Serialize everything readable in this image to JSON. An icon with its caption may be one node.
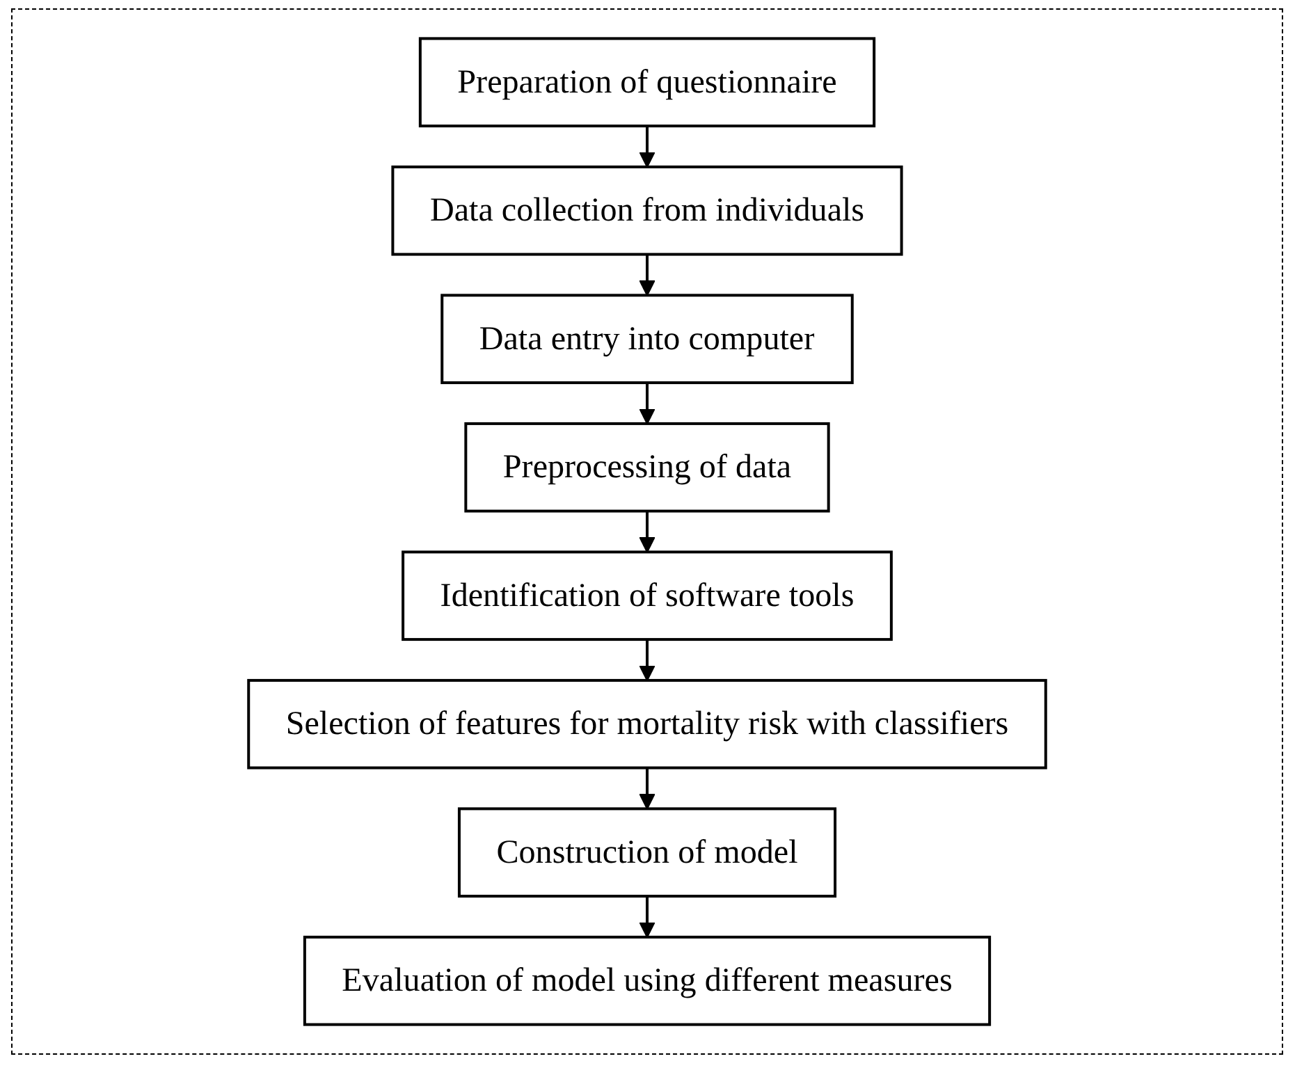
{
  "diagram": {
    "nodes": [
      {
        "text": [
          "Preparation of questionnaire"
        ]
      },
      {
        "text": [
          "Data collection from individuals"
        ]
      },
      {
        "text": [
          "Data entry into computer"
        ]
      },
      {
        "text": [
          "Preprocessing of data"
        ]
      },
      {
        "text": [
          "Identification of software tools"
        ]
      },
      {
        "text": [
          "Selection of features for mortality risk with classifiers"
        ]
      },
      {
        "text": [
          "Construction of model"
        ]
      },
      {
        "text": [
          "Evaluation of model using different measures"
        ]
      }
    ],
    "edges": [
      {
        "from": 0,
        "to": 1,
        "arrow": "to"
      },
      {
        "from": 1,
        "to": 2,
        "arrow": "to"
      },
      {
        "from": 2,
        "to": 3,
        "arrow": "to"
      },
      {
        "from": 3,
        "to": 4,
        "arrow": "to"
      },
      {
        "from": 4,
        "to": 5,
        "arrow": "to"
      },
      {
        "from": 5,
        "to": 6,
        "arrow": "to"
      },
      {
        "from": 6,
        "to": 7,
        "arrow": "to"
      }
    ]
  }
}
